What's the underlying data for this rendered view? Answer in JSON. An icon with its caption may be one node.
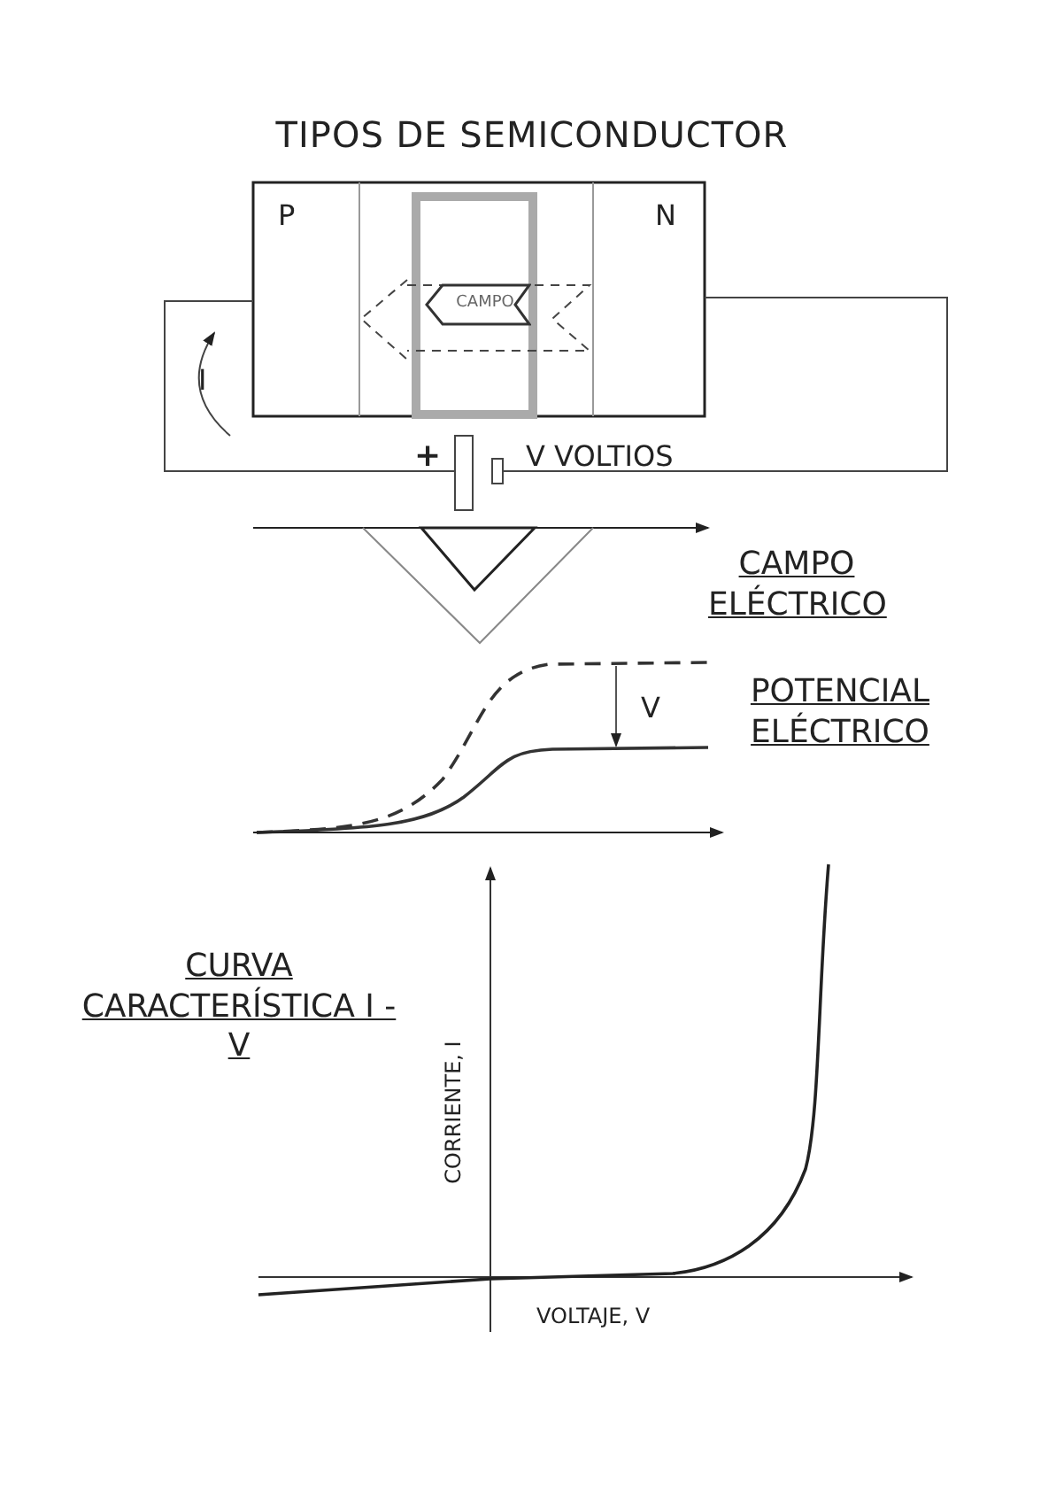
{
  "diagram": {
    "title": "TIPOS DE SEMICONDUCTOR",
    "nodes": [
      {
        "text": [
          "CAMPO"
        ]
      }
    ],
    "labels": [
      "P",
      "N",
      "I",
      "+",
      "V VOLTIOS",
      "CAMPO ELÉCTRICO",
      "V",
      "POTENCIAL ELÉCTRICO",
      "CURVA CARACTERÍSTICA I - V",
      "CORRIENTE, I",
      "VOLTAJE, V"
    ]
  }
}
